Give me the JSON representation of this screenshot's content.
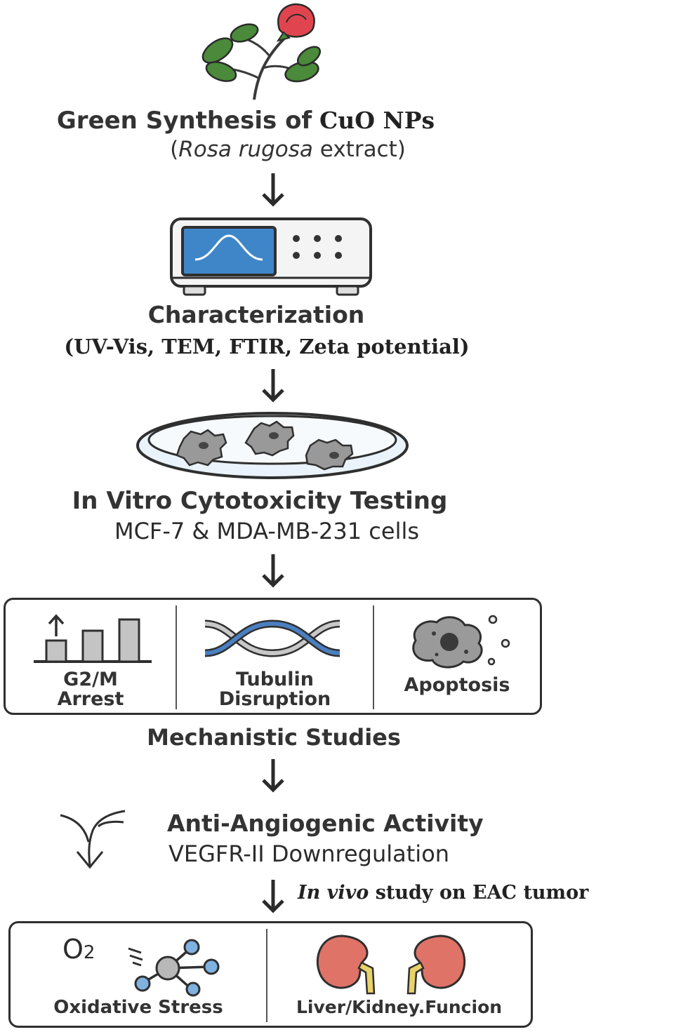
{
  "step1": {
    "title_a": "Green Synthesis of",
    "title_b": "CuO NPs",
    "sub_open": "(",
    "sub_italic": "Rosa rugosa",
    "sub_rest": " extract)"
  },
  "step2": {
    "title": "Characterization",
    "sub": "(UV-Vis, TEM, FTIR, Zeta potential)"
  },
  "step3": {
    "title": "In Vitro Cytotoxicity Testing",
    "sub": "MCF-7 & MDA-MB-231 cells"
  },
  "mechanistic": {
    "label": "Mechanistic Studies",
    "items": [
      {
        "line1": "G2/M",
        "line2": "Arrest"
      },
      {
        "line1": "Tubulin",
        "line2": "Disruption"
      },
      {
        "line1": "Apoptosis",
        "line2": ""
      }
    ]
  },
  "step5": {
    "title": "Anti-Angiogenic Activity",
    "sub": "VEGFR-II Downregulation"
  },
  "invivo": {
    "italic": "In vivo",
    "rest": " study on EAC tumor"
  },
  "final": {
    "o2": "O",
    "o2_sub": "2",
    "items": [
      "Oxidative Stress",
      "Liver/Kidney.Funcion"
    ]
  },
  "colors": {
    "screen": "#3f86c9",
    "rose": "#e0454f",
    "leaf": "#4a8a3a",
    "kidney": "#e07368",
    "strand": "#4a7fc0"
  }
}
